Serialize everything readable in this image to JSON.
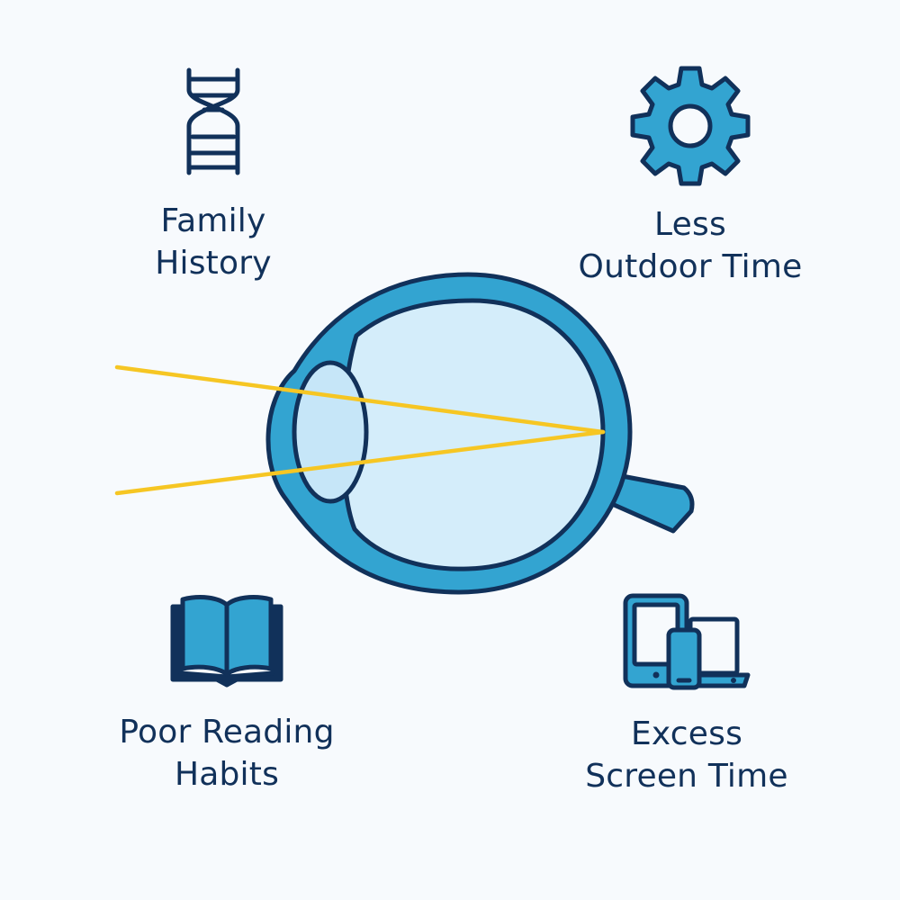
{
  "factors": {
    "family_history": {
      "icon": "dna-icon",
      "line1": "Family",
      "line2": "History"
    },
    "outdoor_time": {
      "icon": "gear-icon",
      "line1": "Less",
      "line2": "Outdoor Time"
    },
    "reading_habits": {
      "icon": "open-book-icon",
      "line1": "Poor Reading",
      "line2": "Habits"
    },
    "screen_time": {
      "icon": "devices-icon",
      "line1": "Excess",
      "line2": "Screen Time"
    }
  },
  "center": {
    "icon": "eye-cross-section-icon"
  },
  "colors": {
    "background": "#f7fafd",
    "outline": "#11315a",
    "eye_wall": "#33a4d1",
    "eye_interior": "#d4edfa",
    "lens": "#c6e6f8",
    "light_ray": "#f6c623",
    "text": "#11315a"
  }
}
